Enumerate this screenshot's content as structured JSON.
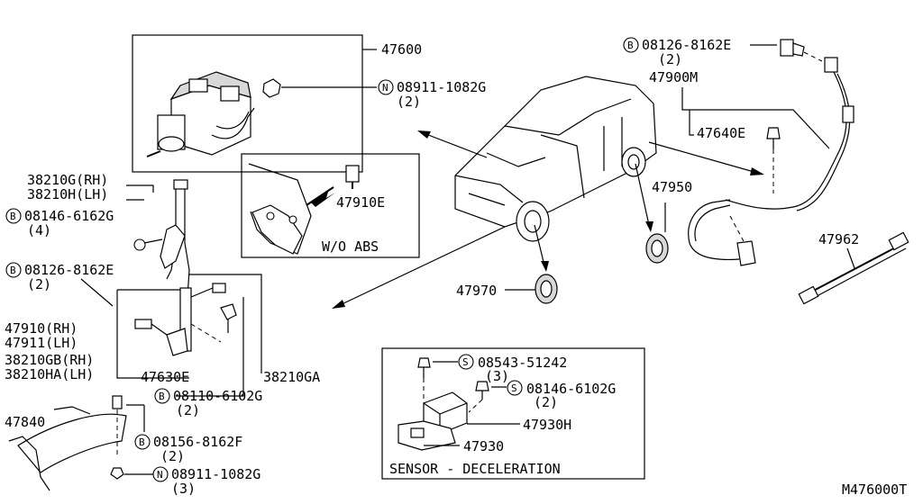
{
  "diagram_id": "M476000T",
  "parts": {
    "abs_actuator": "47600",
    "nut_top": "08911-1082G",
    "nut_top_qty": "(2)",
    "sensor_front_rh": "38210G(RH)",
    "sensor_front_lh": "38210H(LH)",
    "bolt_front": "08146-6162G",
    "bolt_front_qty": "(4)",
    "bolt_bracket": "08126-8162E",
    "bolt_bracket_qty": "(2)",
    "sensor_rh": "47910(RH)",
    "sensor_lh": "47911(LH)",
    "sensor_gb_rh": "38210GB(RH)",
    "sensor_ha_lh": "38210HA(LH)",
    "bracket_47630e": "47630E",
    "bracket_38210ga": "38210GA",
    "bolt_sensor": "08110-6102G",
    "bolt_sensor_qty": "(2)",
    "protector": "47840",
    "bolt_protector": "08156-8162F",
    "bolt_protector_qty": "(2)",
    "nut_protector": "08911-1082G",
    "nut_protector_qty": "(3)",
    "wo_abs_part": "47910E",
    "wo_abs_label": "W/O ABS",
    "rear_bolt": "08126-8162E",
    "rear_bolt_qty": "(2)",
    "rear_sensor": "47900M",
    "rear_clip": "47640E",
    "rotor_rear": "47950",
    "rotor_front": "47970",
    "rear_harness": "47962",
    "screw_s1": "08543-51242",
    "screw_s1_qty": "(3)",
    "screw_s2": "08146-6102G",
    "screw_s2_qty": "(2)",
    "sensor_decel": "47930H",
    "sensor_bracket": "47930",
    "decel_caption": "SENSOR - DECELERATION"
  },
  "symbols": {
    "bolt": "B",
    "nut": "N",
    "screw": "S"
  }
}
